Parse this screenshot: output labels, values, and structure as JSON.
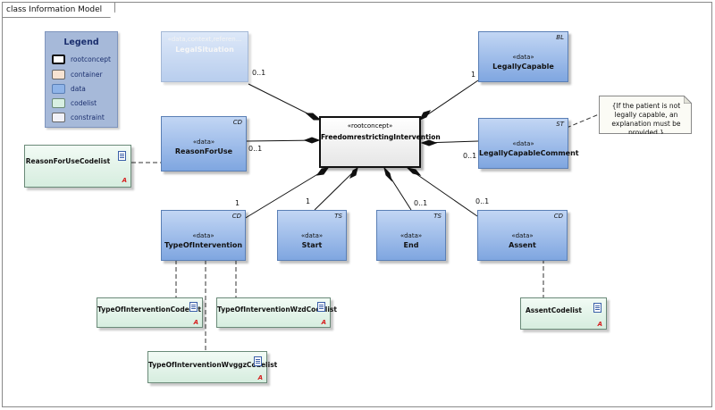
{
  "frame": {
    "title": "class Information Model"
  },
  "legend": {
    "title": "Legend",
    "items": [
      {
        "label": "rootconcept",
        "color": "#ffffff",
        "border": "#111111"
      },
      {
        "label": "container",
        "color": "#f7e3d2",
        "border": "#777777"
      },
      {
        "label": "data",
        "color": "#8fb4e8",
        "border": "#5a7fb5"
      },
      {
        "label": "codelist",
        "color": "#d8efe2",
        "border": "#6a8a78"
      },
      {
        "label": "constraint",
        "color": "#f1f1f8",
        "border": "#888888"
      }
    ]
  },
  "root": {
    "stereotype": "«rootconcept»",
    "name": "FreedomrestrictingIntervention"
  },
  "nodes": {
    "legal_situation": {
      "stereotype": "«data,context,referen...",
      "name": "LegalSituation",
      "tag": ""
    },
    "legally_capable": {
      "stereotype": "«data»",
      "name": "LegallyCapable",
      "tag": "BL"
    },
    "reason_for_use": {
      "stereotype": "«data»",
      "name": "ReasonForUse",
      "tag": "CD"
    },
    "legally_capable_comment": {
      "stereotype": "«data»",
      "name": "LegallyCapableComment",
      "tag": "ST"
    },
    "type_of_intervention": {
      "stereotype": "«data»",
      "name": "TypeOfIntervention",
      "tag": "CD"
    },
    "start": {
      "stereotype": "«data»",
      "name": "Start",
      "tag": "TS"
    },
    "end": {
      "stereotype": "«data»",
      "name": "End",
      "tag": "TS"
    },
    "assent": {
      "stereotype": "«data»",
      "name": "Assent",
      "tag": "CD"
    }
  },
  "codelists": {
    "reason_for_use": "ReasonForUseCodelist",
    "type_of_intervention": "TypeOfInterventionCodelist",
    "type_of_intervention_wzd": "TypeOfInterventionWzdCodelist",
    "type_of_intervention_wvggz": "TypeOfInterventionWvggzCodelist",
    "assent": "AssentCodelist"
  },
  "note": {
    "text": "{If the patient is not legally capable, an explanation must be provided.}"
  },
  "multiplicities": {
    "legal_situation": "0..1",
    "legally_capable": "1",
    "reason_for_use": "0..1",
    "legally_capable_comment": "0..1",
    "type_of_intervention": "1",
    "start": "1",
    "end": "0..1",
    "assent": "0..1"
  },
  "icons": {
    "codelist_icon": "document-icon",
    "codelist_marker": "red-a-marker"
  }
}
